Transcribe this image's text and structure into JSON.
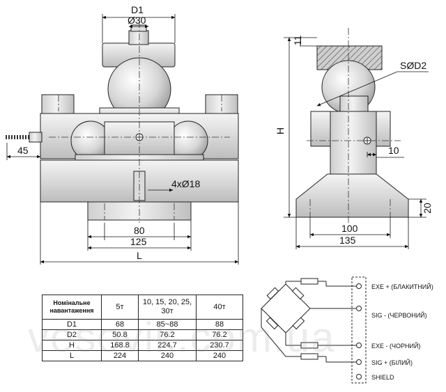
{
  "front_view": {
    "d1_label": "D1",
    "diameter_label": "Ø30",
    "cable_offset_label": "45",
    "holes_label": "4xØ18",
    "dim_80": "80",
    "dim_125": "125",
    "dim_L": "L"
  },
  "side_view": {
    "dim_11": "11",
    "sphere_label": "SØD2",
    "h_label": "H",
    "dim_10": "10",
    "dim_20": "20",
    "dim_100": "100",
    "dim_135": "135"
  },
  "spec_table": {
    "headers": [
      "Номінальне навантаження",
      "5т",
      "10, 15, 20, 25, 30т",
      "40т"
    ],
    "rows": [
      [
        "D1",
        "68",
        "85~88",
        "88"
      ],
      [
        "D2",
        "50.8",
        "76.2",
        "76.2"
      ],
      [
        "H",
        "168.8",
        "224.7",
        "230.7"
      ],
      [
        "L",
        "224",
        "240",
        "240"
      ]
    ]
  },
  "wiring": {
    "terminals": [
      "EXE + (БЛАКИТНИЙ)",
      "SIG - (ЧЕРВОНИЙ)",
      "EXE - (ЧОРНИЙ)",
      "SIG + (БІЛИЙ)",
      "SHIELD"
    ]
  },
  "watermark": "vesovik.com.ua"
}
